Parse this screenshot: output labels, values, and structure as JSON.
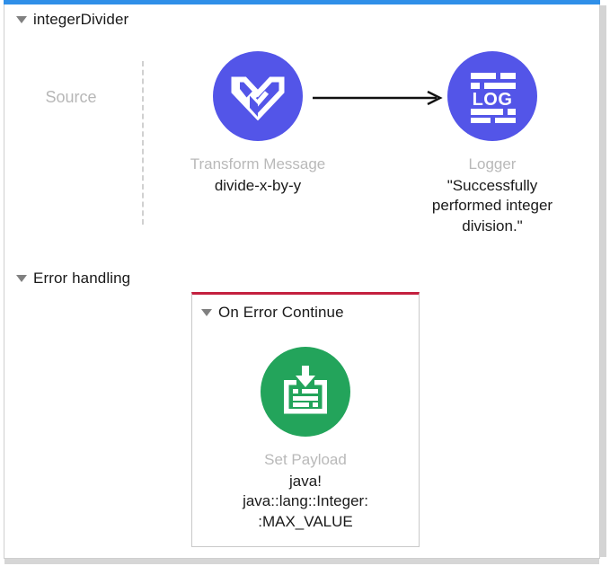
{
  "window": {
    "accent_color": "#2F8FE8",
    "background": "#ffffff"
  },
  "flow": {
    "name": "integerDivider",
    "twisty_icon": "triangle-down-icon",
    "source": {
      "label": "Source",
      "divider": "dashed-vertical-divider"
    },
    "nodes": [
      {
        "id": "transform-message",
        "icon": "dataweave-transform-icon",
        "icon_color": "#5355E8",
        "type_label": "Transform Message",
        "value_lines": [
          "divide-x-by-y"
        ]
      },
      {
        "id": "logger",
        "icon": "log-icon",
        "icon_color": "#5355E8",
        "icon_text": "LOG",
        "type_label": "Logger",
        "value_lines": [
          "\"Successfully",
          "performed integer",
          "division.\""
        ]
      }
    ],
    "connector": {
      "icon": "arrow-right-icon",
      "color": "#111111"
    }
  },
  "error_handling": {
    "label": "Error handling",
    "twisty_icon": "triangle-down-icon",
    "scope": {
      "label": "On Error Continue",
      "twisty_icon": "triangle-down-icon",
      "accent_color": "#C4203F",
      "nodes": [
        {
          "id": "set-payload",
          "icon": "set-payload-icon",
          "icon_color": "#23A45B",
          "type_label": "Set Payload",
          "value_lines": [
            "java!",
            "java::lang::Integer:",
            ":MAX_VALUE"
          ]
        }
      ]
    }
  }
}
